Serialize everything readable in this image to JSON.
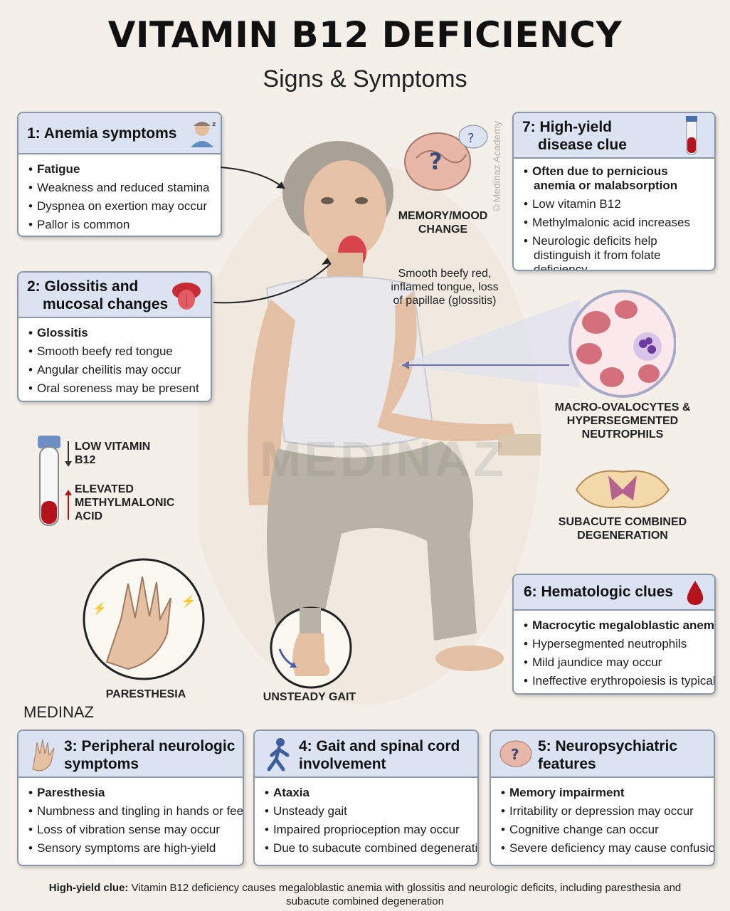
{
  "header": {
    "title": "VITAMIN B12 DEFICIENCY",
    "subtitle": "Signs & Symptoms"
  },
  "cards": {
    "anemia": {
      "title": "1: Anemia symptoms",
      "items": [
        "Fatigue",
        "Weakness and reduced stamina",
        "Dyspnea on exertion may occur",
        "Pallor is common"
      ]
    },
    "glossitis": {
      "title_line1": "2: Glossitis and",
      "title_line2": "mucosal changes",
      "items": [
        "Glossitis",
        "Smooth beefy red tongue",
        "Angular cheilitis may occur",
        "Oral soreness may be present"
      ]
    },
    "peripheral": {
      "title_line1": "3: Peripheral neurologic",
      "title_line2": "symptoms",
      "items": [
        "Paresthesia",
        "Numbness and tingling in hands or feet",
        "Loss of vibration sense may occur",
        "Sensory symptoms are high-yield"
      ]
    },
    "gait": {
      "title_line1": "4: Gait and spinal cord",
      "title_line2": "involvement",
      "items": [
        "Ataxia",
        "Unsteady gait",
        "Impaired proprioception may occur",
        "Due to subacute combined degeneration"
      ]
    },
    "neuropsych": {
      "title_line1": "5: Neuropsychiatric",
      "title_line2": "features",
      "items": [
        "Memory impairment",
        "Irritability or depression may occur",
        "Cognitive change can occur",
        "Severe deficiency may cause confusion"
      ]
    },
    "hematologic": {
      "title": "6: Hematologic clues",
      "items": [
        "Macrocytic megaloblastic anemia",
        "Hypersegmented neutrophils",
        "Mild jaundice may occur",
        "Ineffective erythropoiesis is typical"
      ]
    },
    "highyield": {
      "title_line1": "7: High-yield",
      "title_line2": "disease clue",
      "items": [
        "Often due to pernicious anemia or malabsorption",
        "Low vitamin B12",
        "Methylmalonic acid increases",
        "Neurologic deficits help distinguish it from folate deficiency"
      ]
    }
  },
  "labels": {
    "memory": "MEMORY/MOOD CHANGE",
    "tongue_note": "Smooth beefy red, inflamed tongue, loss of papillae (glossitis)",
    "macro": "MACRO-OVALOCYTES & HYPERSEGMENTED NEUTROPHILS",
    "scd": "SUBACUTE COMBINED DEGENERATION",
    "low_b12": "LOW VITAMIN B12",
    "elevated_mma": "ELEVATED METHYLMALONIC ACID",
    "paresthesia": "PARESTHESIA",
    "unsteady": "UNSTEADY GAIT"
  },
  "branding": {
    "logo_text": "MEDINAZ",
    "watermark": "MEDINAZ",
    "vertical_watermark": "©Medinaz Academy"
  },
  "footer": {
    "lead": "High-yield clue:",
    "text": "Vitamin B12 deficiency causes megaloblastic anemia with glossitis and neurologic deficits, including paresthesia and subacute combined degeneration"
  },
  "colors": {
    "background": "#f4efe8",
    "card_header": "#dbe3f2",
    "card_border": "#8a96aa",
    "blood_red": "#b5121b"
  }
}
